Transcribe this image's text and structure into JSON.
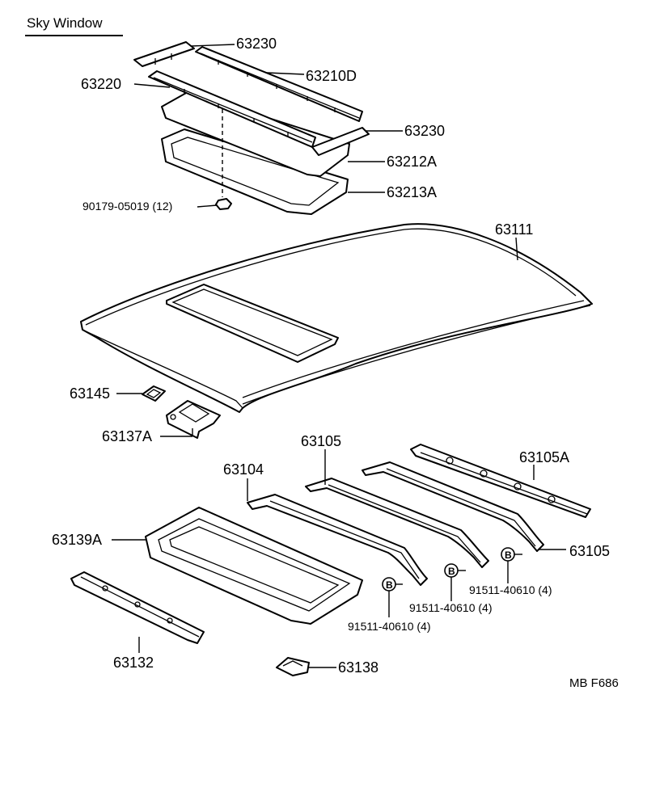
{
  "title": "Sky Window",
  "code": "MB  F686",
  "bolt_letter": "B",
  "labels": {
    "p63230_top": "63230",
    "p63210d": "63210D",
    "p63220": "63220",
    "p63230_mid": "63230",
    "p63212a": "63212A",
    "p63213a": "63213A",
    "p90179": "90179-05019 (12)",
    "p63111": "63111",
    "p63145": "63145",
    "p63137a": "63137A",
    "p63105_top": "63105",
    "p63104": "63104",
    "p63105a": "63105A",
    "p63139a": "63139A",
    "p63105_right": "63105",
    "p91511_a": "91511-40610 (4)",
    "p91511_b": "91511-40610 (4)",
    "p91511_c": "91511-40610 (4)",
    "p63132": "63132",
    "p63138": "63138"
  }
}
